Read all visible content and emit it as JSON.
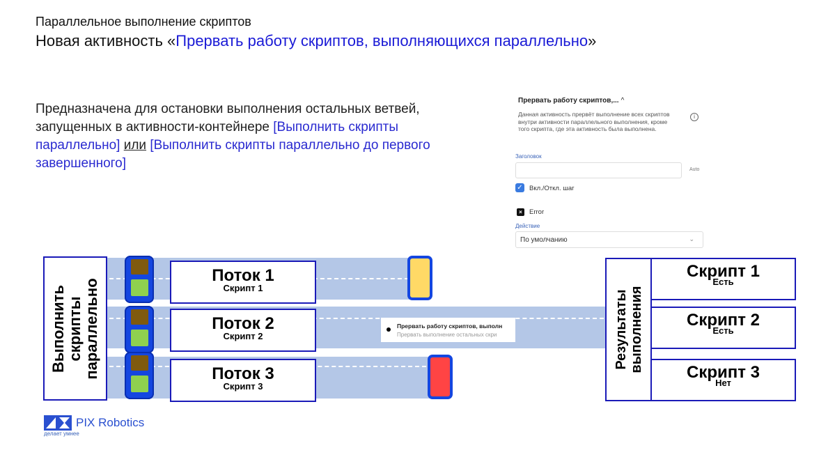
{
  "header": {
    "subtitle": "Параллельное выполнение скриптов",
    "title_prefix": "Новая активность  «",
    "title_accent": "Прервать работу скриптов, выполняющихся параллельно",
    "title_suffix": "»"
  },
  "description": {
    "text1": "Предназначена для остановки выполнения остальных ветвей, запущенных в активности-контейнере ",
    "link1": "[Выполнить скрипты параллельно]",
    "sep": "или",
    "link2": "[Выполнить скрипты параллельно до первого завершенного]"
  },
  "panel": {
    "title": "Прервать работу скриптов,...",
    "chevron": "^",
    "description": "Данная активность прервёт выполнение всех скриптов внутри активности параллельного выполнения, кроме того скрипта, где эта активность была выполнена.",
    "info_icon": "i",
    "header_label": "Заголовок",
    "header_value": "",
    "auto_label": "Auto",
    "toggle_checked": true,
    "toggle_label": "Вкл./Откл. шаг",
    "error_label": "Error",
    "action_label": "Действие",
    "action_value": "По умолчанию",
    "action_arrow": "⌄"
  },
  "diagram": {
    "container_label": "Выполнить скрипты параллельно",
    "container_lines": [
      "Выполнить",
      "скрипты",
      "параллельно"
    ],
    "streams": [
      {
        "title": "Поток 1",
        "script": "Скрипт 1",
        "end_color": "#ffd966"
      },
      {
        "title": "Поток 2",
        "script": "Скрипт 2",
        "end_color": null
      },
      {
        "title": "Поток 3",
        "script": "Скрипт 3",
        "end_color": "#ff4444"
      }
    ],
    "inline_activity": {
      "title": "Прервать работу скриптов, выполн",
      "subtitle": "Прервать выполнение остальных скри"
    },
    "results_lines": [
      "Результаты",
      "выполнения"
    ],
    "results": [
      {
        "script": "Скрипт 1",
        "status": "Есть"
      },
      {
        "script": "Скрипт 2",
        "status": "Есть"
      },
      {
        "script": "Скрипт 3",
        "status": "Нет"
      }
    ],
    "colors": {
      "lane": "#b4c7e7",
      "border": "#1a1ab8",
      "switch": "#1446e0",
      "switch_top": "#7f5a0e",
      "switch_bottom": "#8fd14f"
    }
  },
  "logo": {
    "name": "PIX Robotics",
    "tagline": "делает умнее"
  }
}
